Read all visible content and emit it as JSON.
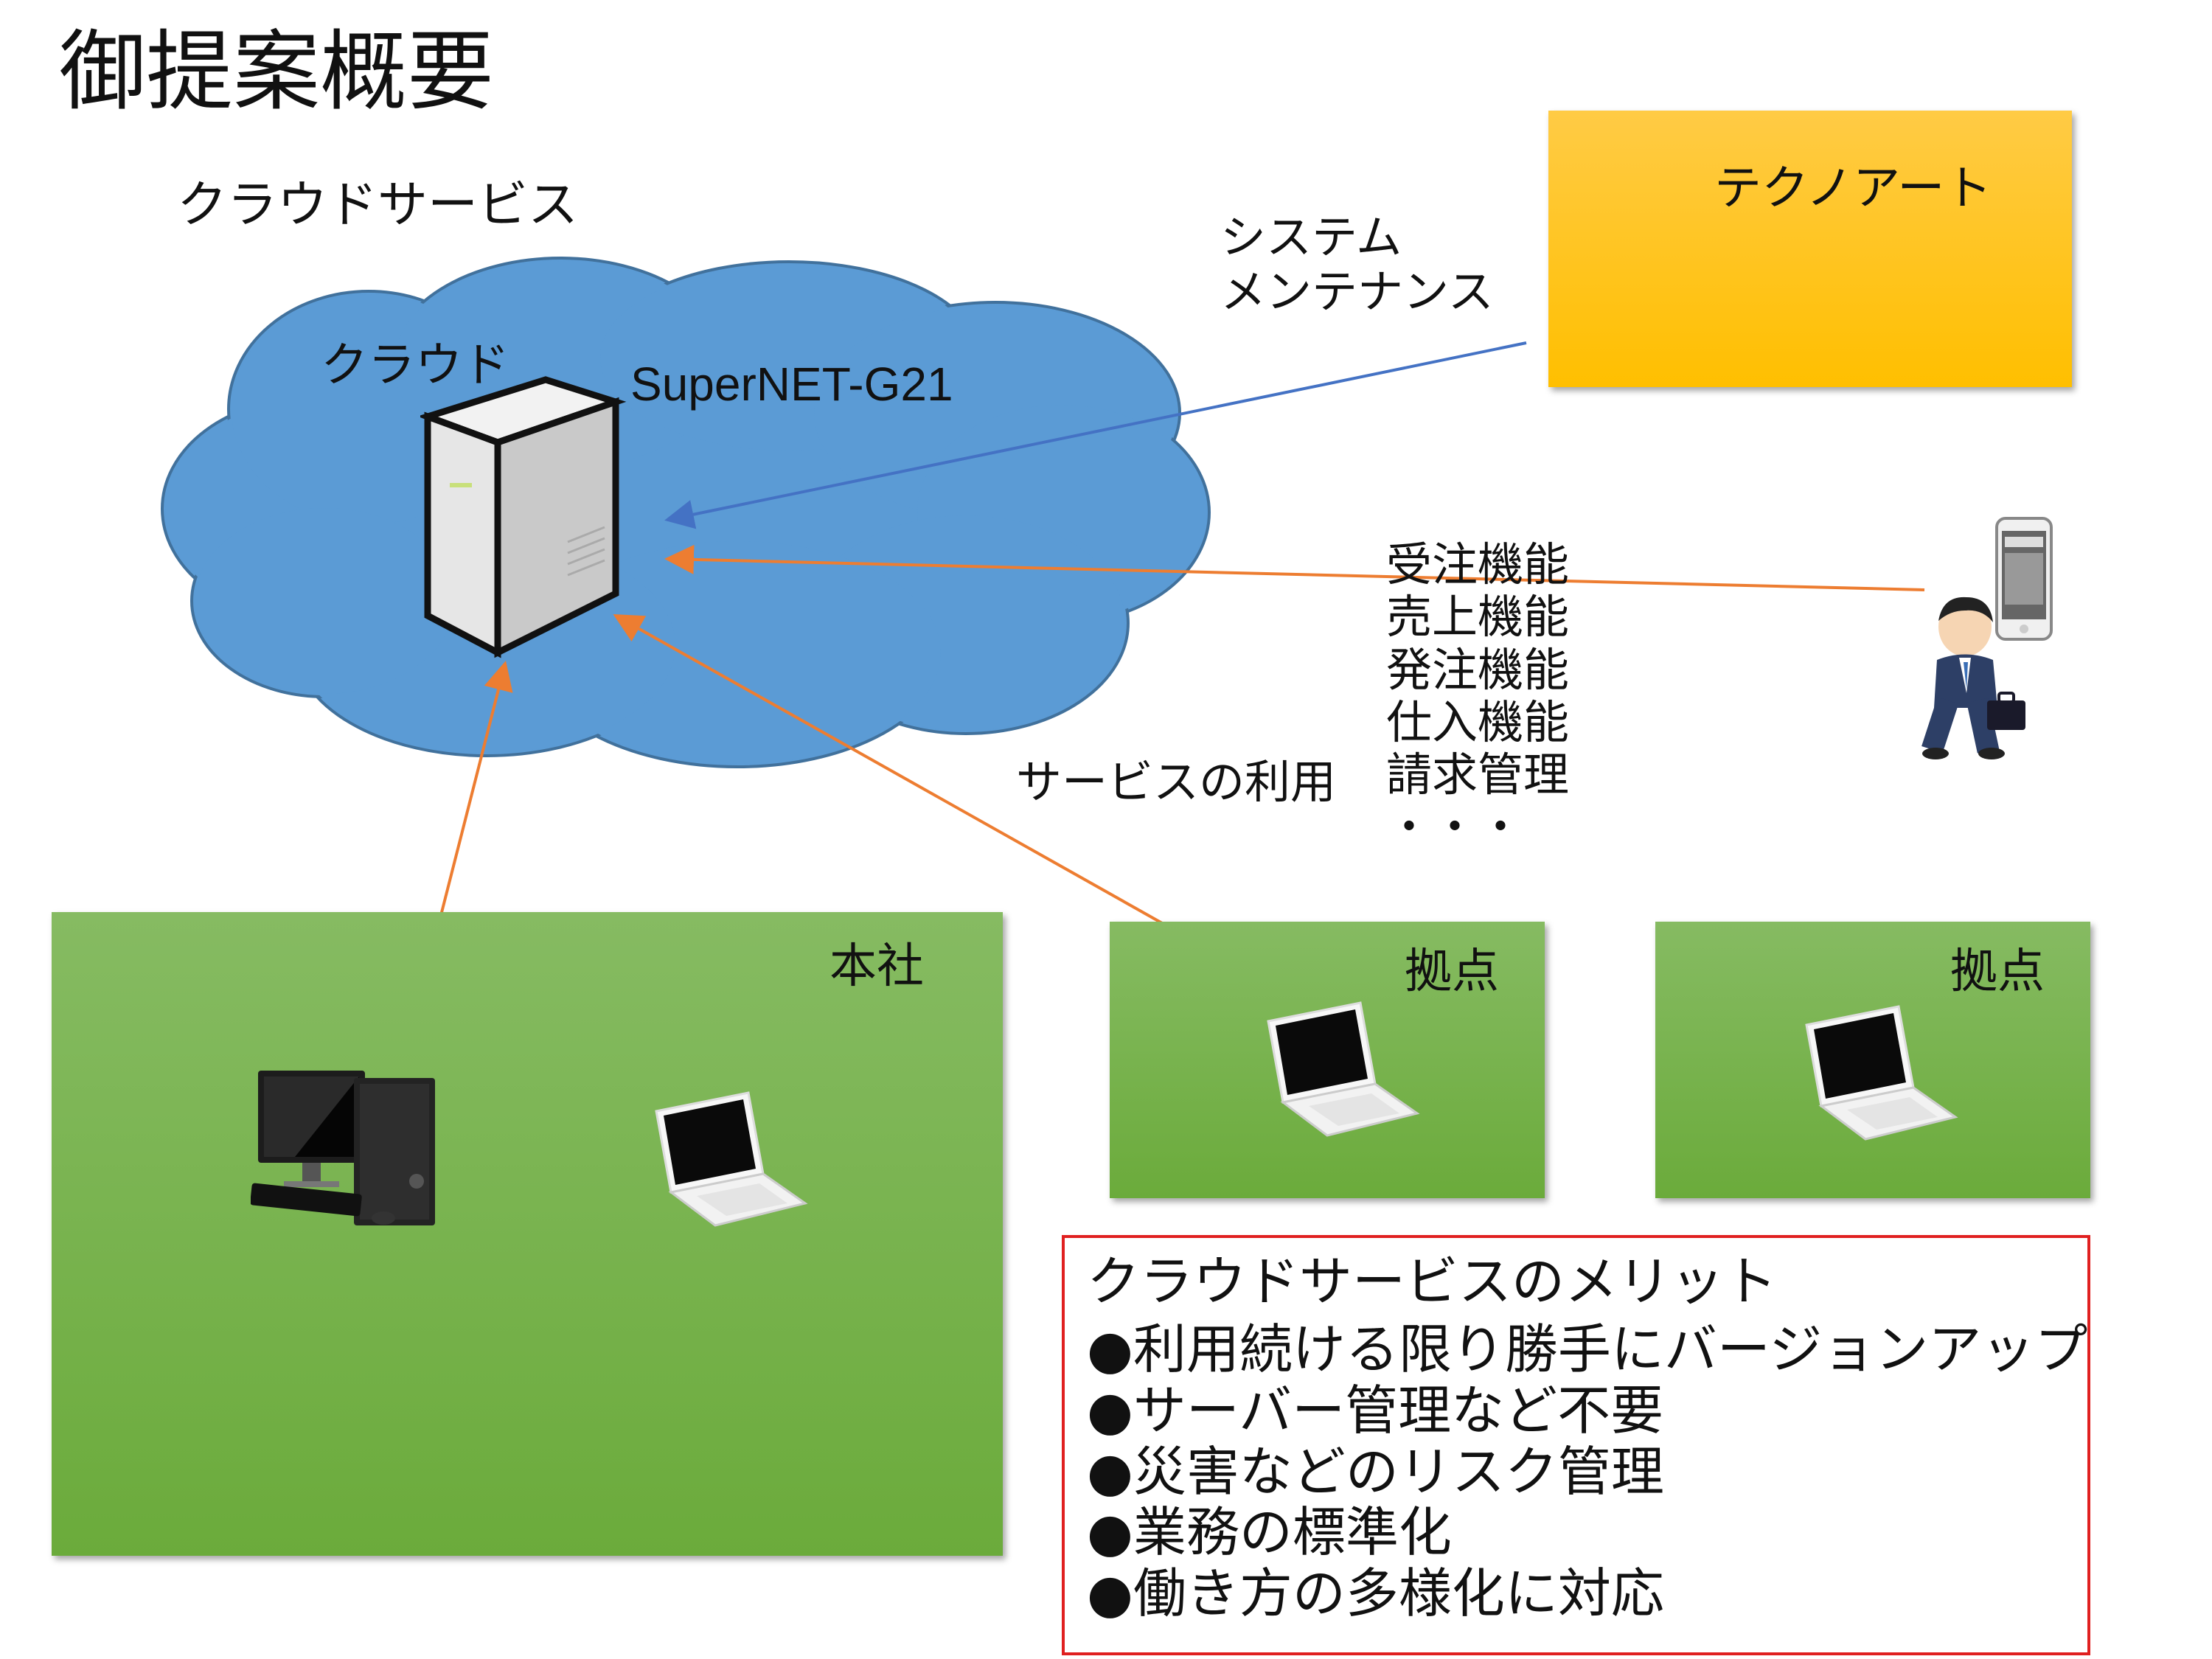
{
  "title": "御提案概要",
  "cloud_service": {
    "heading": "クラウドサービス",
    "cloud_label": "クラウド",
    "server_label": "SuperNET-G21",
    "cloud_color": "#5b9bd5"
  },
  "vendor": {
    "label": "テクノアート",
    "connection_label": "システム\nメンテナンス",
    "box_color": "#ffc000",
    "line_color": "#4472c4"
  },
  "usage": {
    "label": "サービスの利用",
    "line_color": "#ed7d31"
  },
  "functions": [
    "受注機能",
    "売上機能",
    "発注機能",
    "仕入機能",
    "請求管理",
    "・・・"
  ],
  "sites": {
    "head_office": "本社",
    "branch_1": "拠点",
    "branch_2": "拠点",
    "box_color": "#70ad47"
  },
  "merits": {
    "title": "クラウドサービスのメリット",
    "items": [
      "●利用続ける限り勝手にバージョンアップ",
      "●サーバー管理など不要",
      "●災害などのリスク管理",
      "●業務の標準化",
      "●働き方の多様化に対応"
    ],
    "border_color": "#e02020"
  },
  "icons": [
    "cloud-shape",
    "server-icon",
    "desktop-pc-icon",
    "laptop-icon",
    "businessman-icon",
    "smartphone-icon"
  ]
}
